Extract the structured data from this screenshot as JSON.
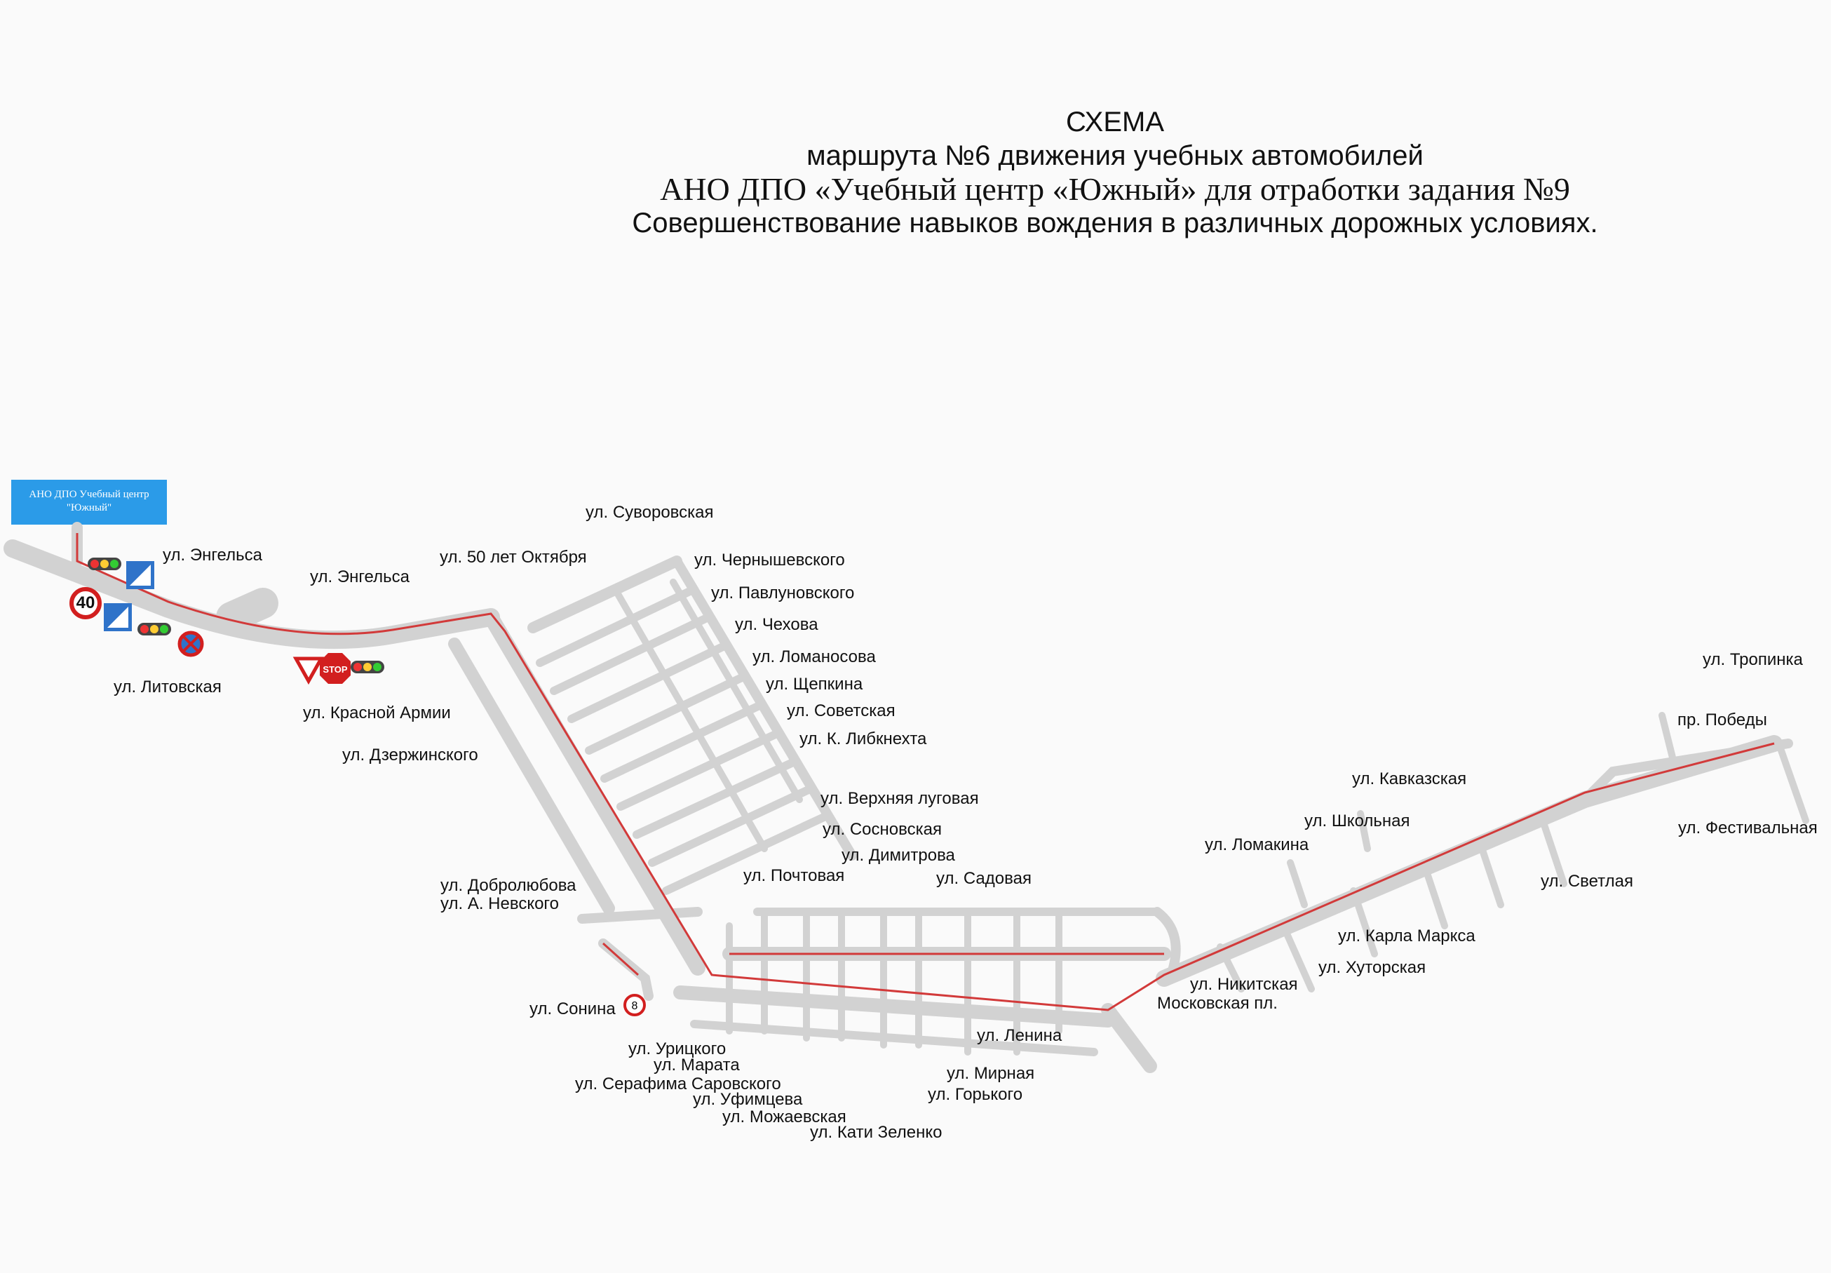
{
  "title": {
    "line1": "СХЕМА",
    "line2": "маршрута №6 движения учебных автомобилей",
    "line3": "АНО ДПО «Учебный центр «Южный» для отработки задания №9",
    "line4": "Совершенствование навыков вождения в различных дорожных условиях."
  },
  "org_box": {
    "line1": "АНО ДПО Учебный центр",
    "line2": "\"Южный\""
  },
  "colors": {
    "road": "#d2d2d2",
    "route": "#d23a3a",
    "sign_blue": "#2f73c9",
    "sign_red": "#d21f1f",
    "org_box": "#2b9be8"
  },
  "streets": [
    "ул. Энгельса",
    "ул. Энгельса",
    "ул. Литовская",
    "ул. Суворовская",
    "ул. 50 лет Октября",
    "ул. Чернышевского",
    "ул. Павлуновского",
    "ул. Чехова",
    "ул. Ломаносова",
    "ул. Щепкина",
    "ул. Советская",
    "ул. К. Либкнехта",
    "ул. Красной Армии",
    "ул. Дзержинского",
    "ул. Верхняя луговая",
    "ул. Сосновская",
    "ул. Димитрова",
    "ул. Почтовая",
    "ул. Садовая",
    "ул. Добролюбова",
    "ул. А. Невского",
    "ул. Сонина",
    "ул. Урицкого",
    "ул. Марата",
    "ул. Серафима Саровского",
    "ул. Уфимцева",
    "ул. Можаевская",
    "ул. Кати Зеленко",
    "ул. Ленина",
    "ул. Мирная",
    "ул. Горького",
    "ул. Никитская",
    "Московская пл.",
    "ул. Хуторская",
    "ул. Карла Маркса",
    "ул. Ломакина",
    "ул. Школьная",
    "ул. Кавказская",
    "ул. Светлая",
    "ул. Тропинка",
    "пр. Победы",
    "ул. Фестивальная"
  ],
  "signs": {
    "speed_limit": "40",
    "stop": "STOP",
    "route_bus": "8"
  }
}
